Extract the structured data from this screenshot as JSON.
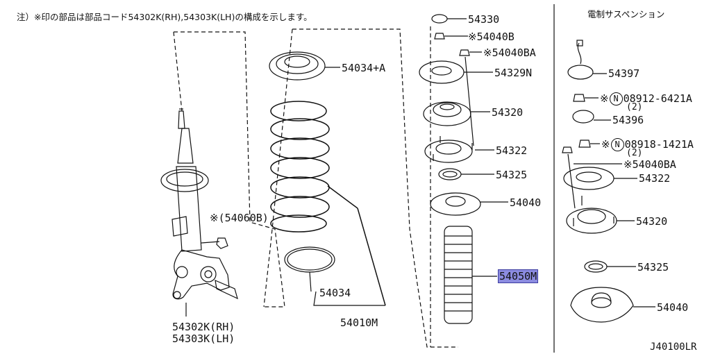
{
  "note": "注）※印の部品は部品コード54302K(RH),54303K(LH)の構成を示します。",
  "section_title": "電制サスペンション",
  "diagram_code": "J40100LR",
  "colors": {
    "line": "#111111",
    "highlight": "#8c8ce0"
  },
  "labels": {
    "p54330": "54330",
    "p54040B": "※54040B",
    "p54040BA": "※54040BA",
    "p54034A": "54034+A",
    "p54329N": "54329N",
    "p54320": "54320",
    "p54322": "54322",
    "p54325": "54325",
    "p54040": "54040",
    "p54050M": "54050M",
    "p54060B": "※(54060B)",
    "p54034": "54034",
    "p54010M": "54010M",
    "p54302K": "54302K(RH)",
    "p54303K": "54303K(LH)",
    "r54397": "54397",
    "r08912_pre": "※",
    "r08912_circ": "N",
    "r08912": "08912-6421A",
    "r08912_qty": "(2)",
    "r54396": "54396",
    "r08918_pre": "※",
    "r08918_circ": "N",
    "r08918": "08918-1421A",
    "r08918_qty": "(2)",
    "r54040BA": "※54040BA",
    "r54322": "54322",
    "r54320": "54320",
    "r54325": "54325",
    "r54040": "54040"
  }
}
